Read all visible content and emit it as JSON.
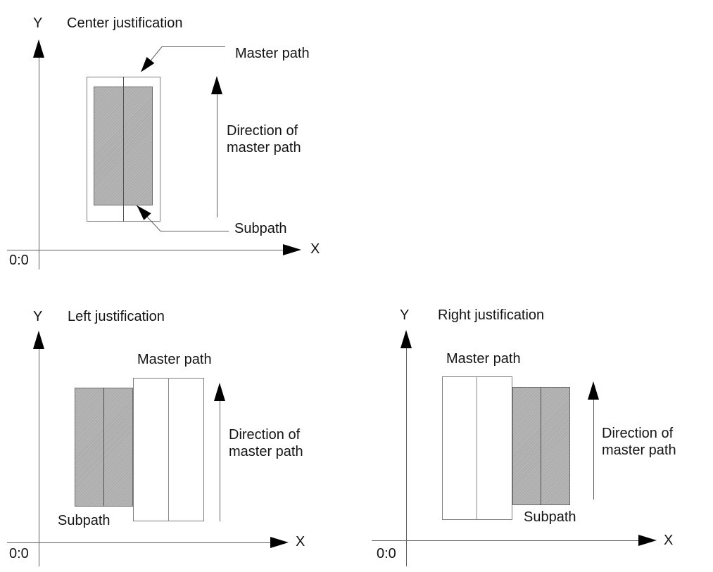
{
  "colors": {
    "background": "#ffffff",
    "thin_line": "#5e5e5e",
    "rect_border_master": "#7d7d7d",
    "rect_border_subpath": "#6b6b6b",
    "subpath_fill": "#b3b3b3",
    "arrowhead": "#000000",
    "text": "#141414"
  },
  "diagrams": [
    {
      "title": "Center justification",
      "y_axis_label": "Y",
      "x_axis_label": "X",
      "origin_label": "0:0",
      "master_path_label": "Master path",
      "subpath_label": "Subpath",
      "direction_label": "Direction of\nmaster path"
    },
    {
      "title": "Left justification",
      "y_axis_label": "Y",
      "x_axis_label": "X",
      "origin_label": "0:0",
      "master_path_label": "Master path",
      "subpath_label": "Subpath",
      "direction_label": "Direction of\nmaster path"
    },
    {
      "title": "Right justification",
      "y_axis_label": "Y",
      "x_axis_label": "X",
      "origin_label": "0:0",
      "master_path_label": "Master path",
      "subpath_label": "Subpath",
      "direction_label": "Direction of\nmaster path"
    }
  ]
}
